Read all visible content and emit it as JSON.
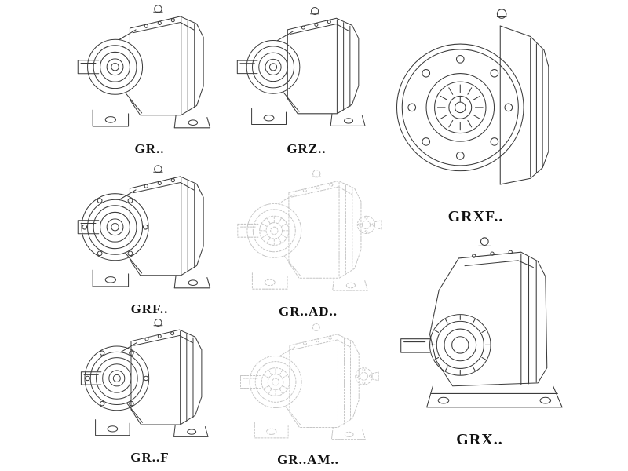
{
  "colors": {
    "background": "#ffffff",
    "line": "#3c3c3c",
    "ghost_line": "#c6c6c6",
    "label": "#111111"
  },
  "catalog": {
    "items": [
      {
        "code": "GR..",
        "drawing": "helical-gear-unit-foot-mounted-isometric"
      },
      {
        "code": "GRZ..",
        "drawing": "helical-gear-unit-foot-mounted-isometric"
      },
      {
        "code": "GRXF..",
        "drawing": "helical-gear-unit-large-flange-front-view"
      },
      {
        "code": "GRF..",
        "drawing": "helical-gear-unit-flange-mounted-isometric"
      },
      {
        "code": "GR..AD..",
        "drawing": "helical-gear-unit-input-adapter-phantom"
      },
      {
        "code": "GR..F",
        "drawing": "helical-gear-unit-flange-mounted-isometric"
      },
      {
        "code": "GR..AM..",
        "drawing": "helical-gear-unit-motor-adapter-phantom"
      },
      {
        "code": "GRX..",
        "drawing": "helical-gear-unit-heavy-foot-mounted-isometric"
      }
    ]
  }
}
